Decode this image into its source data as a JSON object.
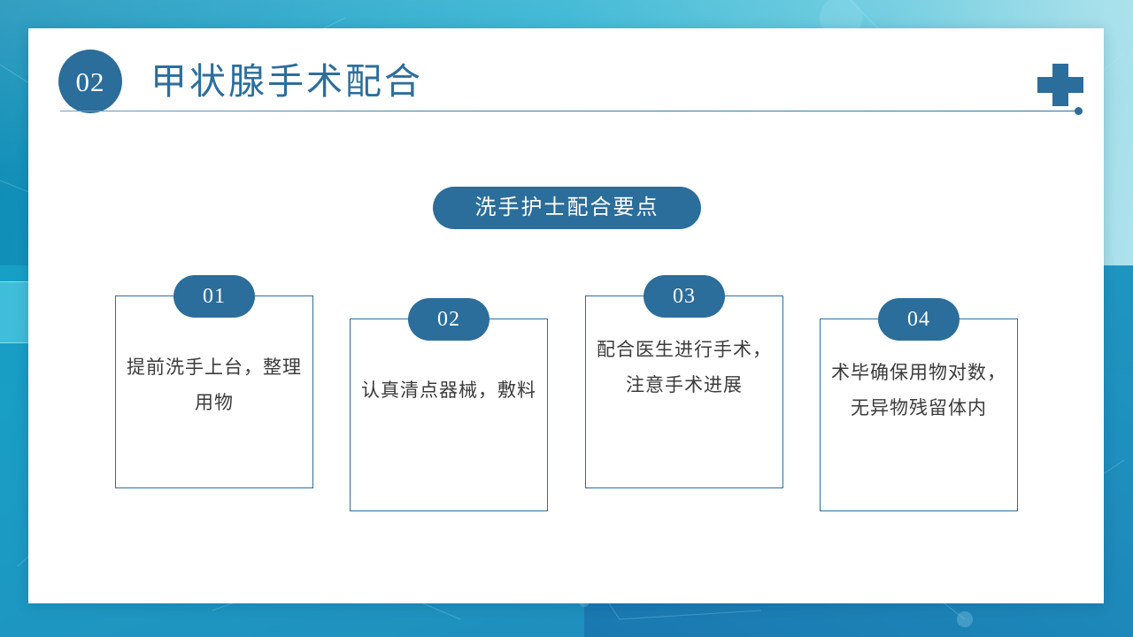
{
  "slide": {
    "header": {
      "chapter_number": "02",
      "title": "甲状腺手术配合",
      "cross_icon": "medical-cross-icon",
      "rule_dot": "rule-end-dot"
    },
    "section_pill": {
      "label": "洗手护士配合要点"
    },
    "cards": [
      {
        "number": "01",
        "text": "提前洗手上台，整理用物"
      },
      {
        "number": "02",
        "text": "认真清点器械，敷料"
      },
      {
        "number": "03",
        "text": "配合医生进行手术，注意手术进展"
      },
      {
        "number": "04",
        "text": "术毕确保用物对数，无异物残留体内"
      }
    ],
    "colors": {
      "accent_blue": "#2b6d9b",
      "title_blue": "#2d6e9c",
      "body_text": "#3b3b3b",
      "panel_bg": "#ffffff",
      "background_teal": "#1e9ec4",
      "background_light": "#b9e6ef"
    }
  }
}
